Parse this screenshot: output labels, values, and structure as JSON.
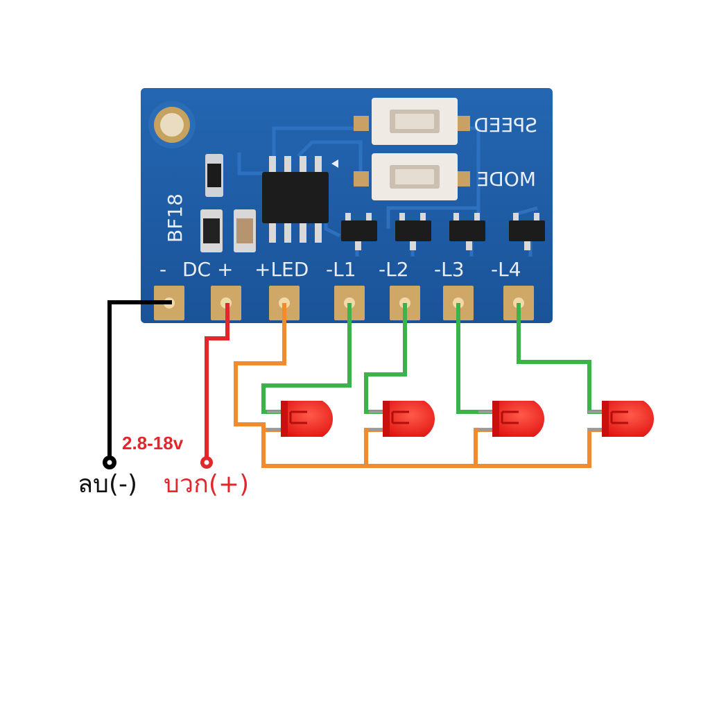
{
  "board": {
    "model": "BF18",
    "button_speed_label": "SPEED",
    "button_mode_label": "MODE",
    "pin_labels": [
      "-",
      "DC +",
      "+LED",
      "-L1",
      "-L2",
      "-L3",
      "-L4"
    ]
  },
  "annotations": {
    "voltage": "2.8-18v",
    "negative_label": "ลบ(-)",
    "positive_label": "บวก(+)"
  },
  "colors": {
    "pcb": "#1d5ea8",
    "pad": "#cfa867",
    "wire_negative": "#000000",
    "wire_positive": "#e3262b",
    "wire_led_common": "#f28a2e",
    "wire_channel": "#3cb34a",
    "led": "#f01c1c"
  },
  "leds": [
    {
      "channel": "L1"
    },
    {
      "channel": "L2"
    },
    {
      "channel": "L3"
    },
    {
      "channel": "L4"
    }
  ]
}
